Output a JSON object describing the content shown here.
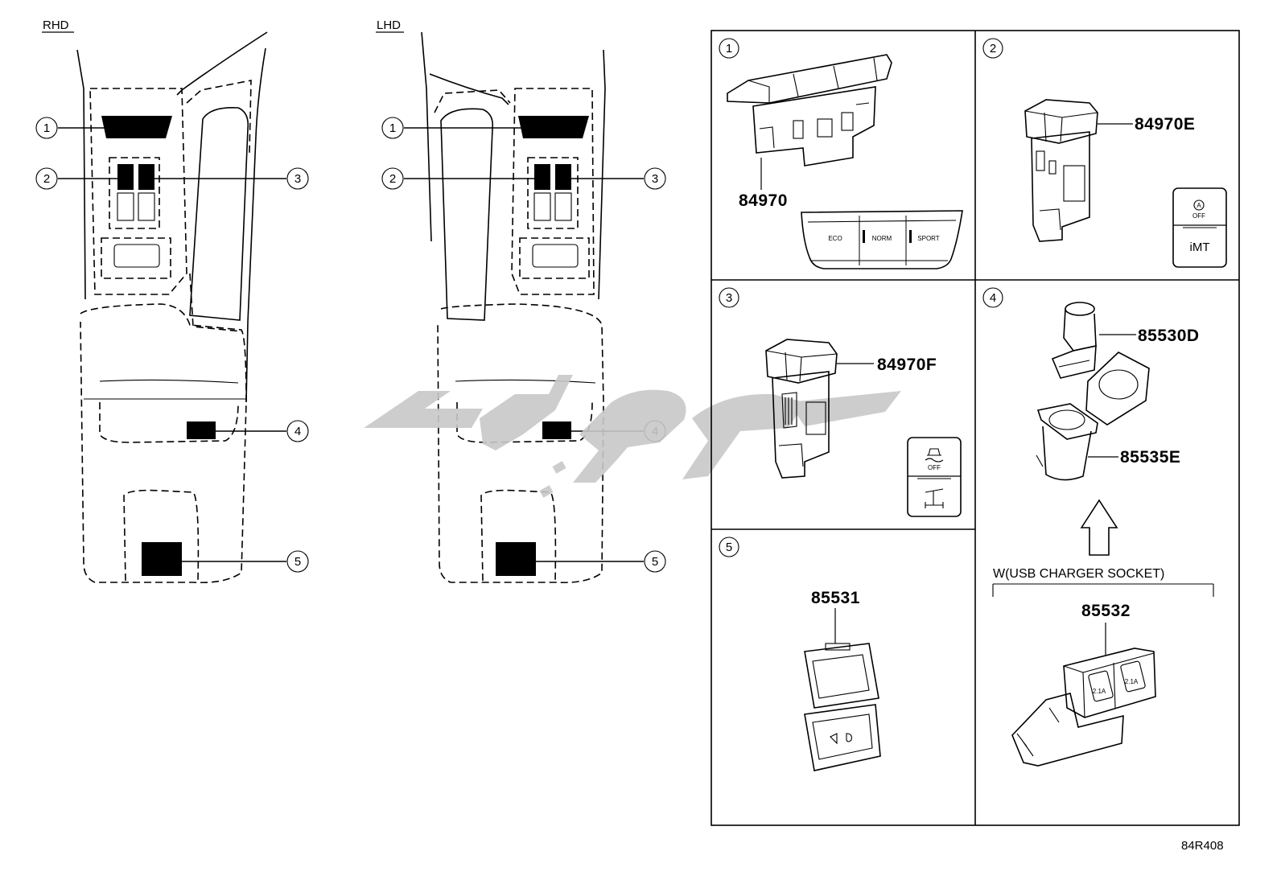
{
  "views": {
    "left_title": "RHD",
    "right_title": "LHD"
  },
  "callouts": [
    "1",
    "2",
    "3",
    "4",
    "5"
  ],
  "panels": {
    "p1": {
      "num": "1",
      "part": "84970",
      "modes": [
        "ECO",
        "NORM",
        "SPORT"
      ]
    },
    "p2": {
      "num": "2",
      "part": "84970E",
      "icon_off": "OFF",
      "icon_letter": "A",
      "icon_label": "iMT"
    },
    "p3": {
      "num": "3",
      "part": "84970F",
      "icon_off": "OFF"
    },
    "p4": {
      "num": "4",
      "part_a": "85530D",
      "part_b": "85535E",
      "variant": "W(USB CHARGER SOCKET)",
      "part_usb": "85532",
      "usb_rating": "2.1A"
    },
    "p5": {
      "num": "5",
      "part": "85531"
    }
  },
  "diagram_code": "84R408",
  "colors": {
    "line": "#000000",
    "fill": "#000000",
    "watermark": "#c8c8c8"
  }
}
